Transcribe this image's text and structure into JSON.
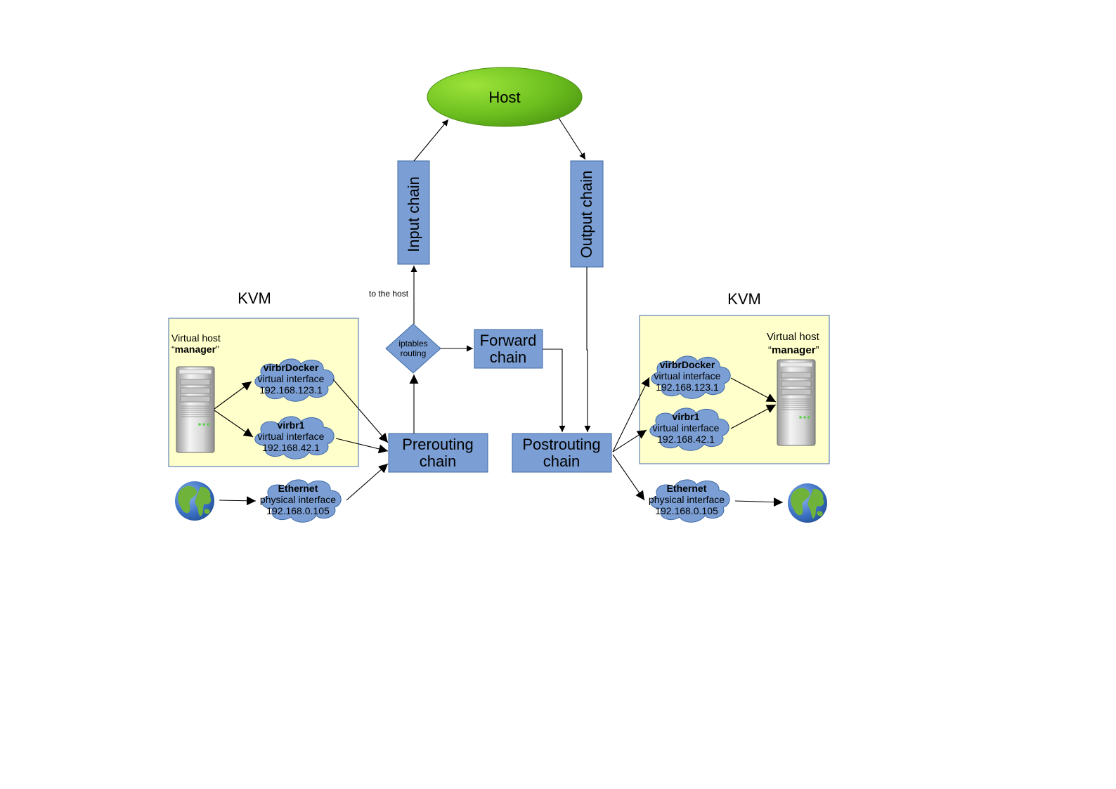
{
  "host": {
    "label": "Host"
  },
  "chains": {
    "input": "Input chain",
    "output": "Output chain",
    "forward_l1": "Forward",
    "forward_l2": "chain",
    "prerouting_l1": "Prerouting",
    "prerouting_l2": "chain",
    "postrouting_l1": "Postrouting",
    "postrouting_l2": "chain"
  },
  "routing": {
    "l1": "iptables",
    "l2": "routing"
  },
  "to_host_label": "to the host",
  "left_kvm": {
    "title": "KVM",
    "vhost_l1": "Virtual host",
    "vhost_q_open": "“",
    "vhost_name": "manager",
    "vhost_q_close": "”",
    "if_docker": {
      "name": "virbrDocker",
      "type": "virtual interface",
      "ip": "192.168.123.1"
    },
    "if_virbr1": {
      "name": "virbr1",
      "type": "virtual interface",
      "ip": "192.168.42.1"
    },
    "if_eth": {
      "name": "Ethernet",
      "type": "physical interface",
      "ip": "192.168.0.105"
    }
  },
  "right_kvm": {
    "title": "KVM",
    "vhost_l1": "Virtual host",
    "vhost_q_open": "“",
    "vhost_name": "manager",
    "vhost_q_close": "”",
    "if_docker": {
      "name": "virbrDocker",
      "type": "virtual interface",
      "ip": "192.168.123.1"
    },
    "if_virbr1": {
      "name": "virbr1",
      "type": "virtual interface",
      "ip": "192.168.42.1"
    },
    "if_eth": {
      "name": "Ethernet",
      "type": "physical interface",
      "ip": "192.168.0.105"
    }
  },
  "colors": {
    "chain_fill": "#7b9fd4",
    "host_green": "#6cbf1f",
    "vm_background": "#ffffcc"
  },
  "icons": [
    "server-icon",
    "globe-icon"
  ]
}
